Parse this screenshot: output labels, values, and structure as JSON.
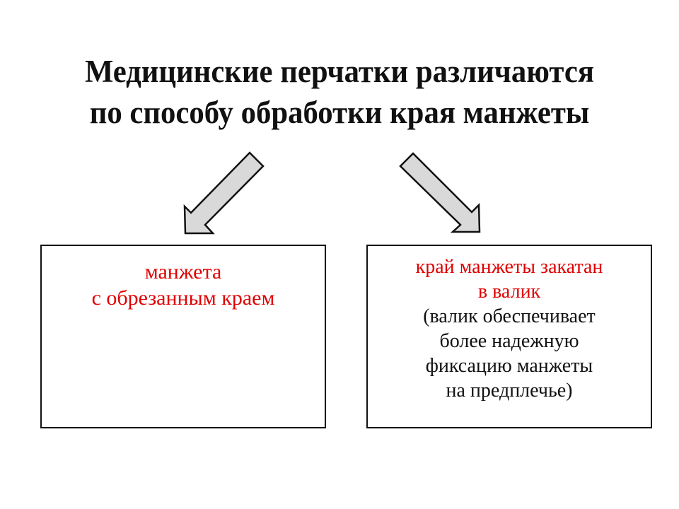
{
  "title": {
    "line1": "Медицинские перчатки различаются",
    "line2": "по способу обработки края манжеты"
  },
  "left_box": {
    "line1": "манжета",
    "line2": "с обрезанным краем"
  },
  "right_box": {
    "red_line1": "край манжеты закатан",
    "red_line2": "в валик",
    "note_line1": "(валик обеспечивает",
    "note_line2": "более надежную",
    "note_line3": "фиксацию манжеты",
    "note_line4": "на предплечье)"
  },
  "colors": {
    "highlight": "#e00000",
    "arrow_fill": "#d9d9d9"
  }
}
